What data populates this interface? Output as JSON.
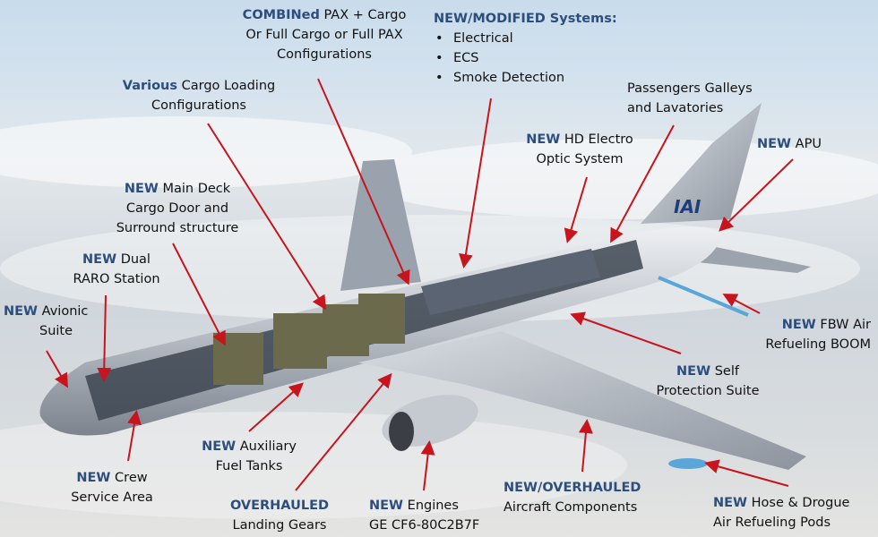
{
  "colors": {
    "accent_blue": "#2c4e7d",
    "arrow_red": "#c8141c"
  },
  "logo": "IAI",
  "callouts": {
    "combined": {
      "prefix": "COMBINed",
      "lines": [
        "PAX + Cargo",
        "Or Full Cargo or Full PAX",
        "Configurations"
      ]
    },
    "systems": {
      "heading": "NEW/MODIFIED Systems:",
      "items": [
        "Electrical",
        "ECS",
        "Smoke Detection"
      ]
    },
    "various": {
      "prefix": "Various",
      "lines": [
        "Cargo Loading",
        "Configurations"
      ]
    },
    "galleys": {
      "lines": [
        "Passengers Galleys",
        "and Lavatories"
      ]
    },
    "hd": {
      "prefix": "NEW",
      "lines": [
        "HD Electro",
        "Optic System"
      ]
    },
    "apu": {
      "prefix": "NEW",
      "lines": [
        "APU"
      ]
    },
    "maindeck": {
      "prefix": "NEW",
      "lines": [
        "Main Deck",
        "Cargo Door and",
        "Surround structure"
      ]
    },
    "raro": {
      "prefix": "NEW",
      "lines": [
        "Dual",
        "RARO Station"
      ]
    },
    "avionic": {
      "prefix": "NEW",
      "lines": [
        "Avionic",
        "Suite"
      ]
    },
    "fbw": {
      "prefix": "NEW",
      "lines": [
        "FBW Air",
        "Refueling BOOM"
      ]
    },
    "selfprot": {
      "prefix": "NEW",
      "lines": [
        "Self",
        "Protection Suite"
      ]
    },
    "aux": {
      "prefix": "NEW",
      "lines": [
        "Auxiliary",
        "Fuel Tanks"
      ]
    },
    "crew": {
      "prefix": "NEW",
      "lines": [
        "Crew",
        "Service Area"
      ]
    },
    "landing": {
      "prefix": "OVERHAULED",
      "lines": [
        "Landing Gears"
      ]
    },
    "engines": {
      "prefix": "NEW",
      "lines": [
        "Engines",
        "GE CF6-80C2B7F"
      ]
    },
    "components": {
      "prefix": "NEW/OVERHAULED",
      "lines": [
        "Aircraft Components"
      ]
    },
    "hose": {
      "prefix": "NEW",
      "lines": [
        "Hose & Drogue",
        "Air Refueling Pods"
      ]
    }
  }
}
